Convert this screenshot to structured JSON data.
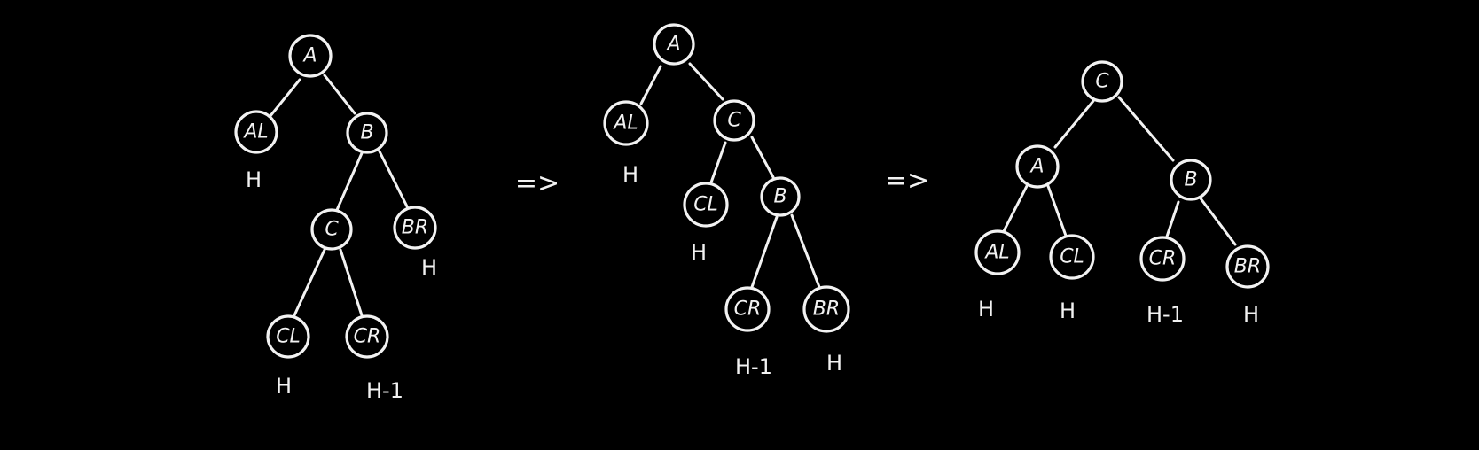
{
  "colors": {
    "background": "#000000",
    "ink": "#f2f2f2"
  },
  "diagram_1": {
    "nodes": {
      "A": "A",
      "AL": "AL",
      "B": "B",
      "C": "C",
      "BR": "BR",
      "CL": "CL",
      "CR": "CR"
    },
    "heights": {
      "AL": "H",
      "BR": "H",
      "CL": "H",
      "CR": "H-1"
    }
  },
  "arrow_1": "=>",
  "diagram_2": {
    "nodes": {
      "A": "A",
      "AL": "AL",
      "C": "C",
      "CL": "CL",
      "B": "B",
      "CR": "CR",
      "BR": "BR"
    },
    "heights": {
      "AL": "H",
      "CL": "H",
      "CR": "H-1",
      "BR": "H"
    }
  },
  "arrow_2": "=>",
  "diagram_3": {
    "nodes": {
      "C": "C",
      "A": "A",
      "B": "B",
      "AL": "AL",
      "CL": "CL",
      "CR": "CR",
      "BR": "BR"
    },
    "heights": {
      "AL": "H",
      "CL": "H",
      "CR": "H-1",
      "BR": "H"
    }
  }
}
